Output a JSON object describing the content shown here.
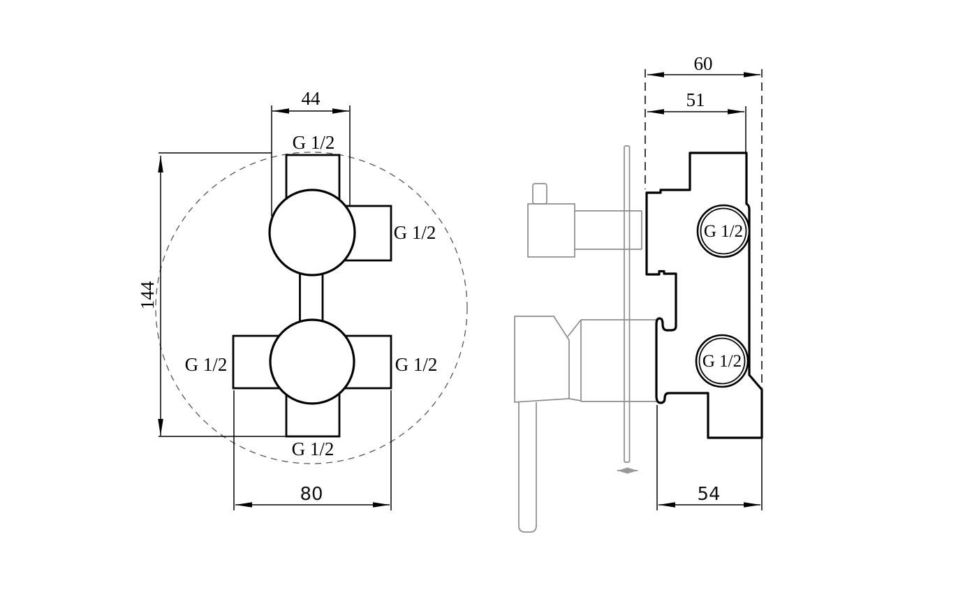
{
  "front_view": {
    "dim_width_top": "44",
    "dim_height": "144",
    "dim_width_bottom": "80",
    "port_top": "G 1/2",
    "port_right_top": "G 1/2",
    "port_left": "G 1/2",
    "port_right": "G 1/2",
    "port_bottom": "G 1/2"
  },
  "side_view": {
    "dim_depth_total": "60",
    "dim_depth_body": "51",
    "dim_depth_bottom": "54",
    "port_upper": "G 1/2",
    "port_lower": "G 1/2"
  },
  "colors": {
    "line": "#000000",
    "secondary": "#8c8c8c",
    "background": "#ffffff"
  }
}
